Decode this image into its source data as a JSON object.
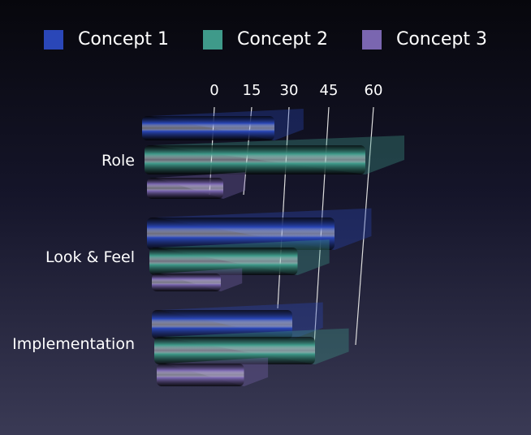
{
  "chart_data": {
    "type": "bar",
    "orientation": "horizontal",
    "style": "3d",
    "categories": [
      "Role",
      "Look & Feel",
      "Implementation"
    ],
    "series": [
      {
        "name": "Concept 1",
        "color": "#2a47b8",
        "values": [
          28,
          48,
          32
        ]
      },
      {
        "name": "Concept 2",
        "color": "#3f9a8a",
        "values": [
          60,
          35,
          40
        ]
      },
      {
        "name": "Concept 3",
        "color": "#7a66b0",
        "values": [
          10,
          8,
          15
        ]
      }
    ],
    "xticks": [
      "0",
      "15",
      "30",
      "45",
      "60"
    ],
    "xlim": [
      0,
      60
    ],
    "grid": true,
    "legend_position": "top"
  }
}
